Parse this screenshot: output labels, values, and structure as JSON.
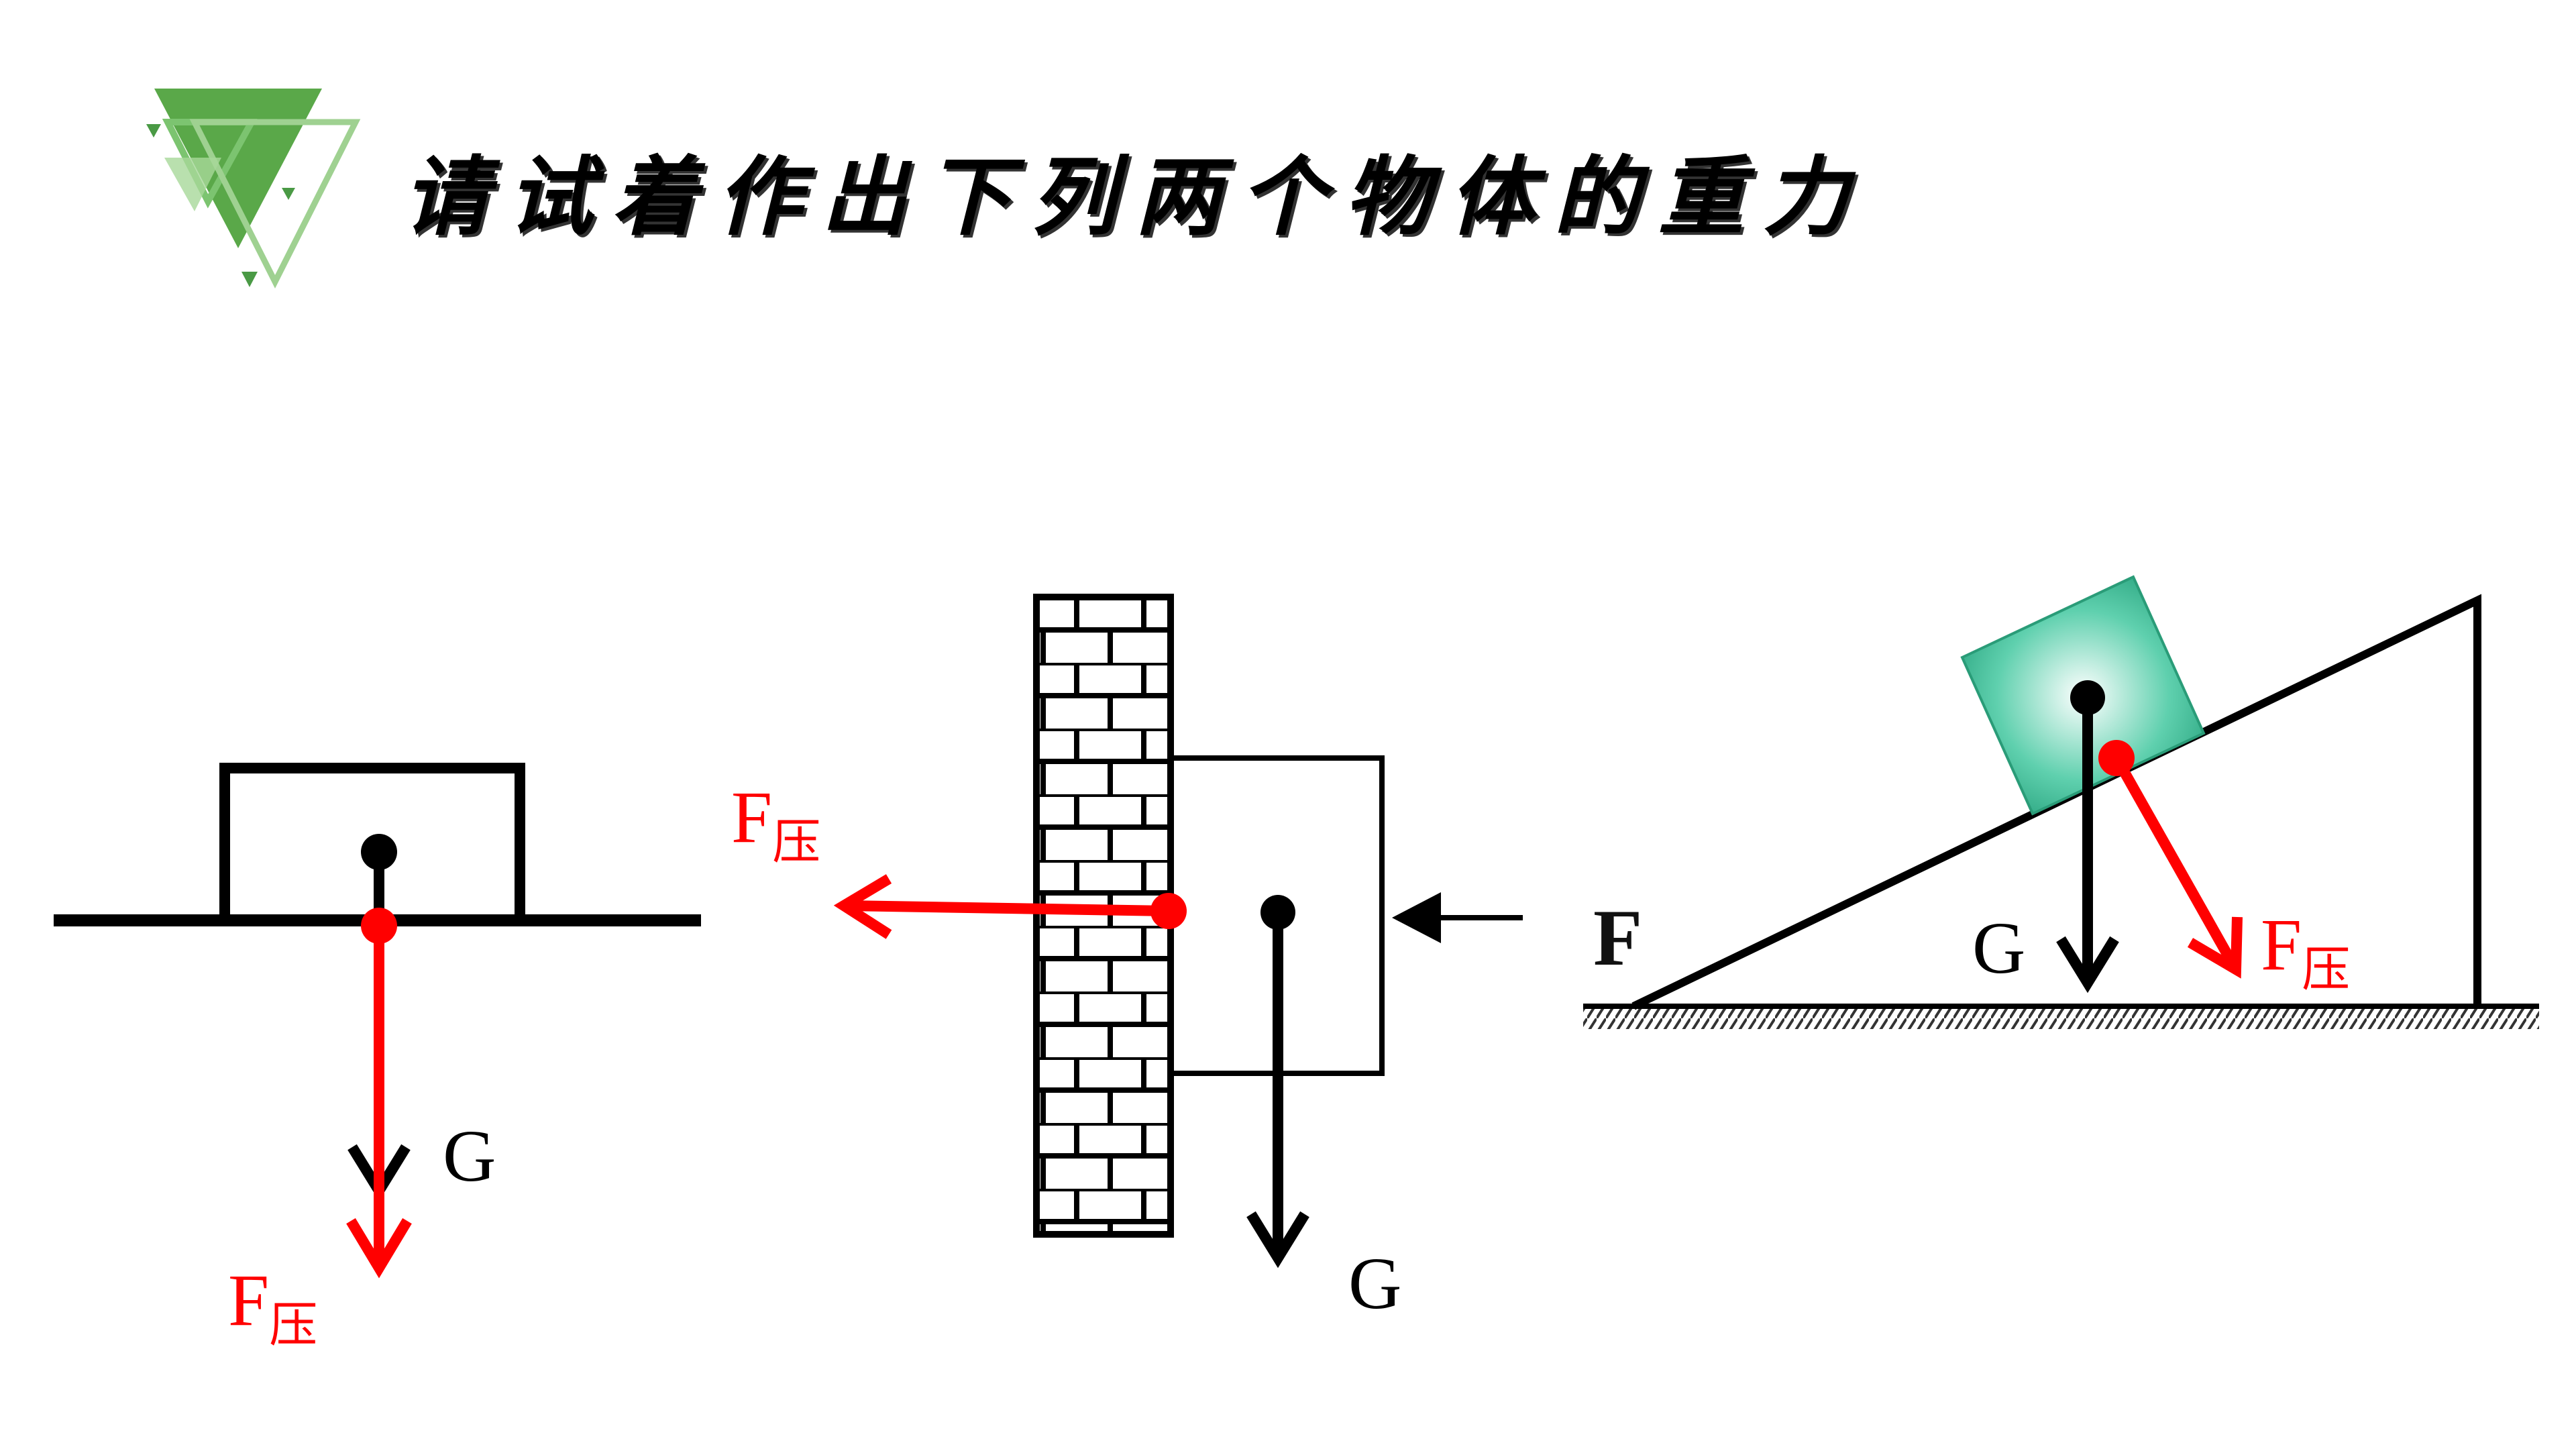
{
  "title": "请试着作出下列两个物体的重力",
  "colors": {
    "black": "#000000",
    "red": "#ff0000",
    "logo_green": "#5aa849",
    "block_green": "#2fb58a"
  },
  "diagram1": {
    "force_pressure": {
      "main": "F",
      "sub": "压"
    },
    "gravity": "G"
  },
  "diagram2": {
    "force_pressure": {
      "main": "F",
      "sub": "压"
    },
    "gravity": "G"
  },
  "diagram3": {
    "applied_force": "F",
    "force_pressure": {
      "main": "F",
      "sub": "压"
    },
    "gravity": "G"
  }
}
